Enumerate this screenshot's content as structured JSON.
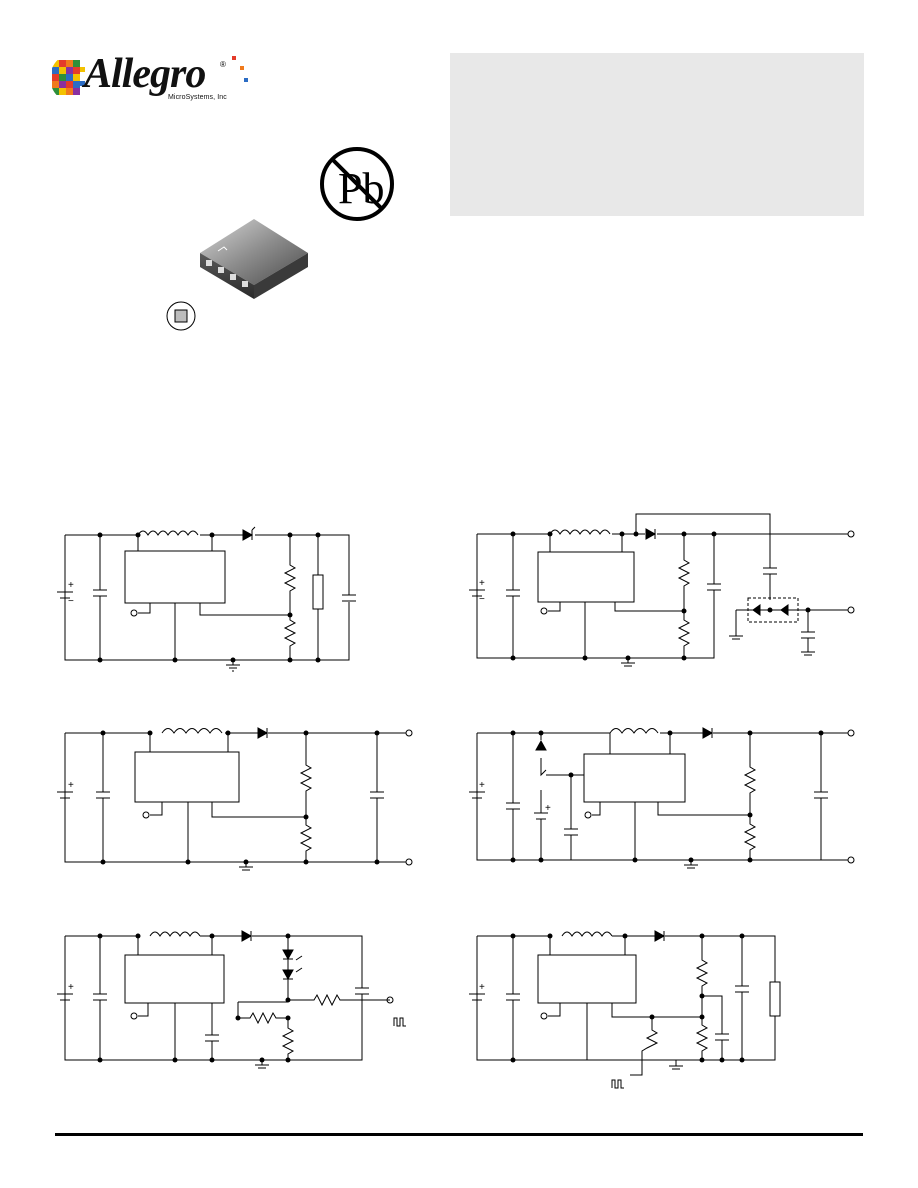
{
  "header": {
    "logo": {
      "wordmark": "Allegro",
      "registered_mark": "®",
      "subtitle": "MicroSystems, Inc"
    }
  },
  "badges": {
    "lead_free_icon": "pb-free-icon",
    "lead_free_text": "Pb"
  },
  "package": {
    "icon": "ic-package-icon"
  },
  "colors": {
    "gray_panel": "#e8e8e8",
    "line": "#000000"
  }
}
